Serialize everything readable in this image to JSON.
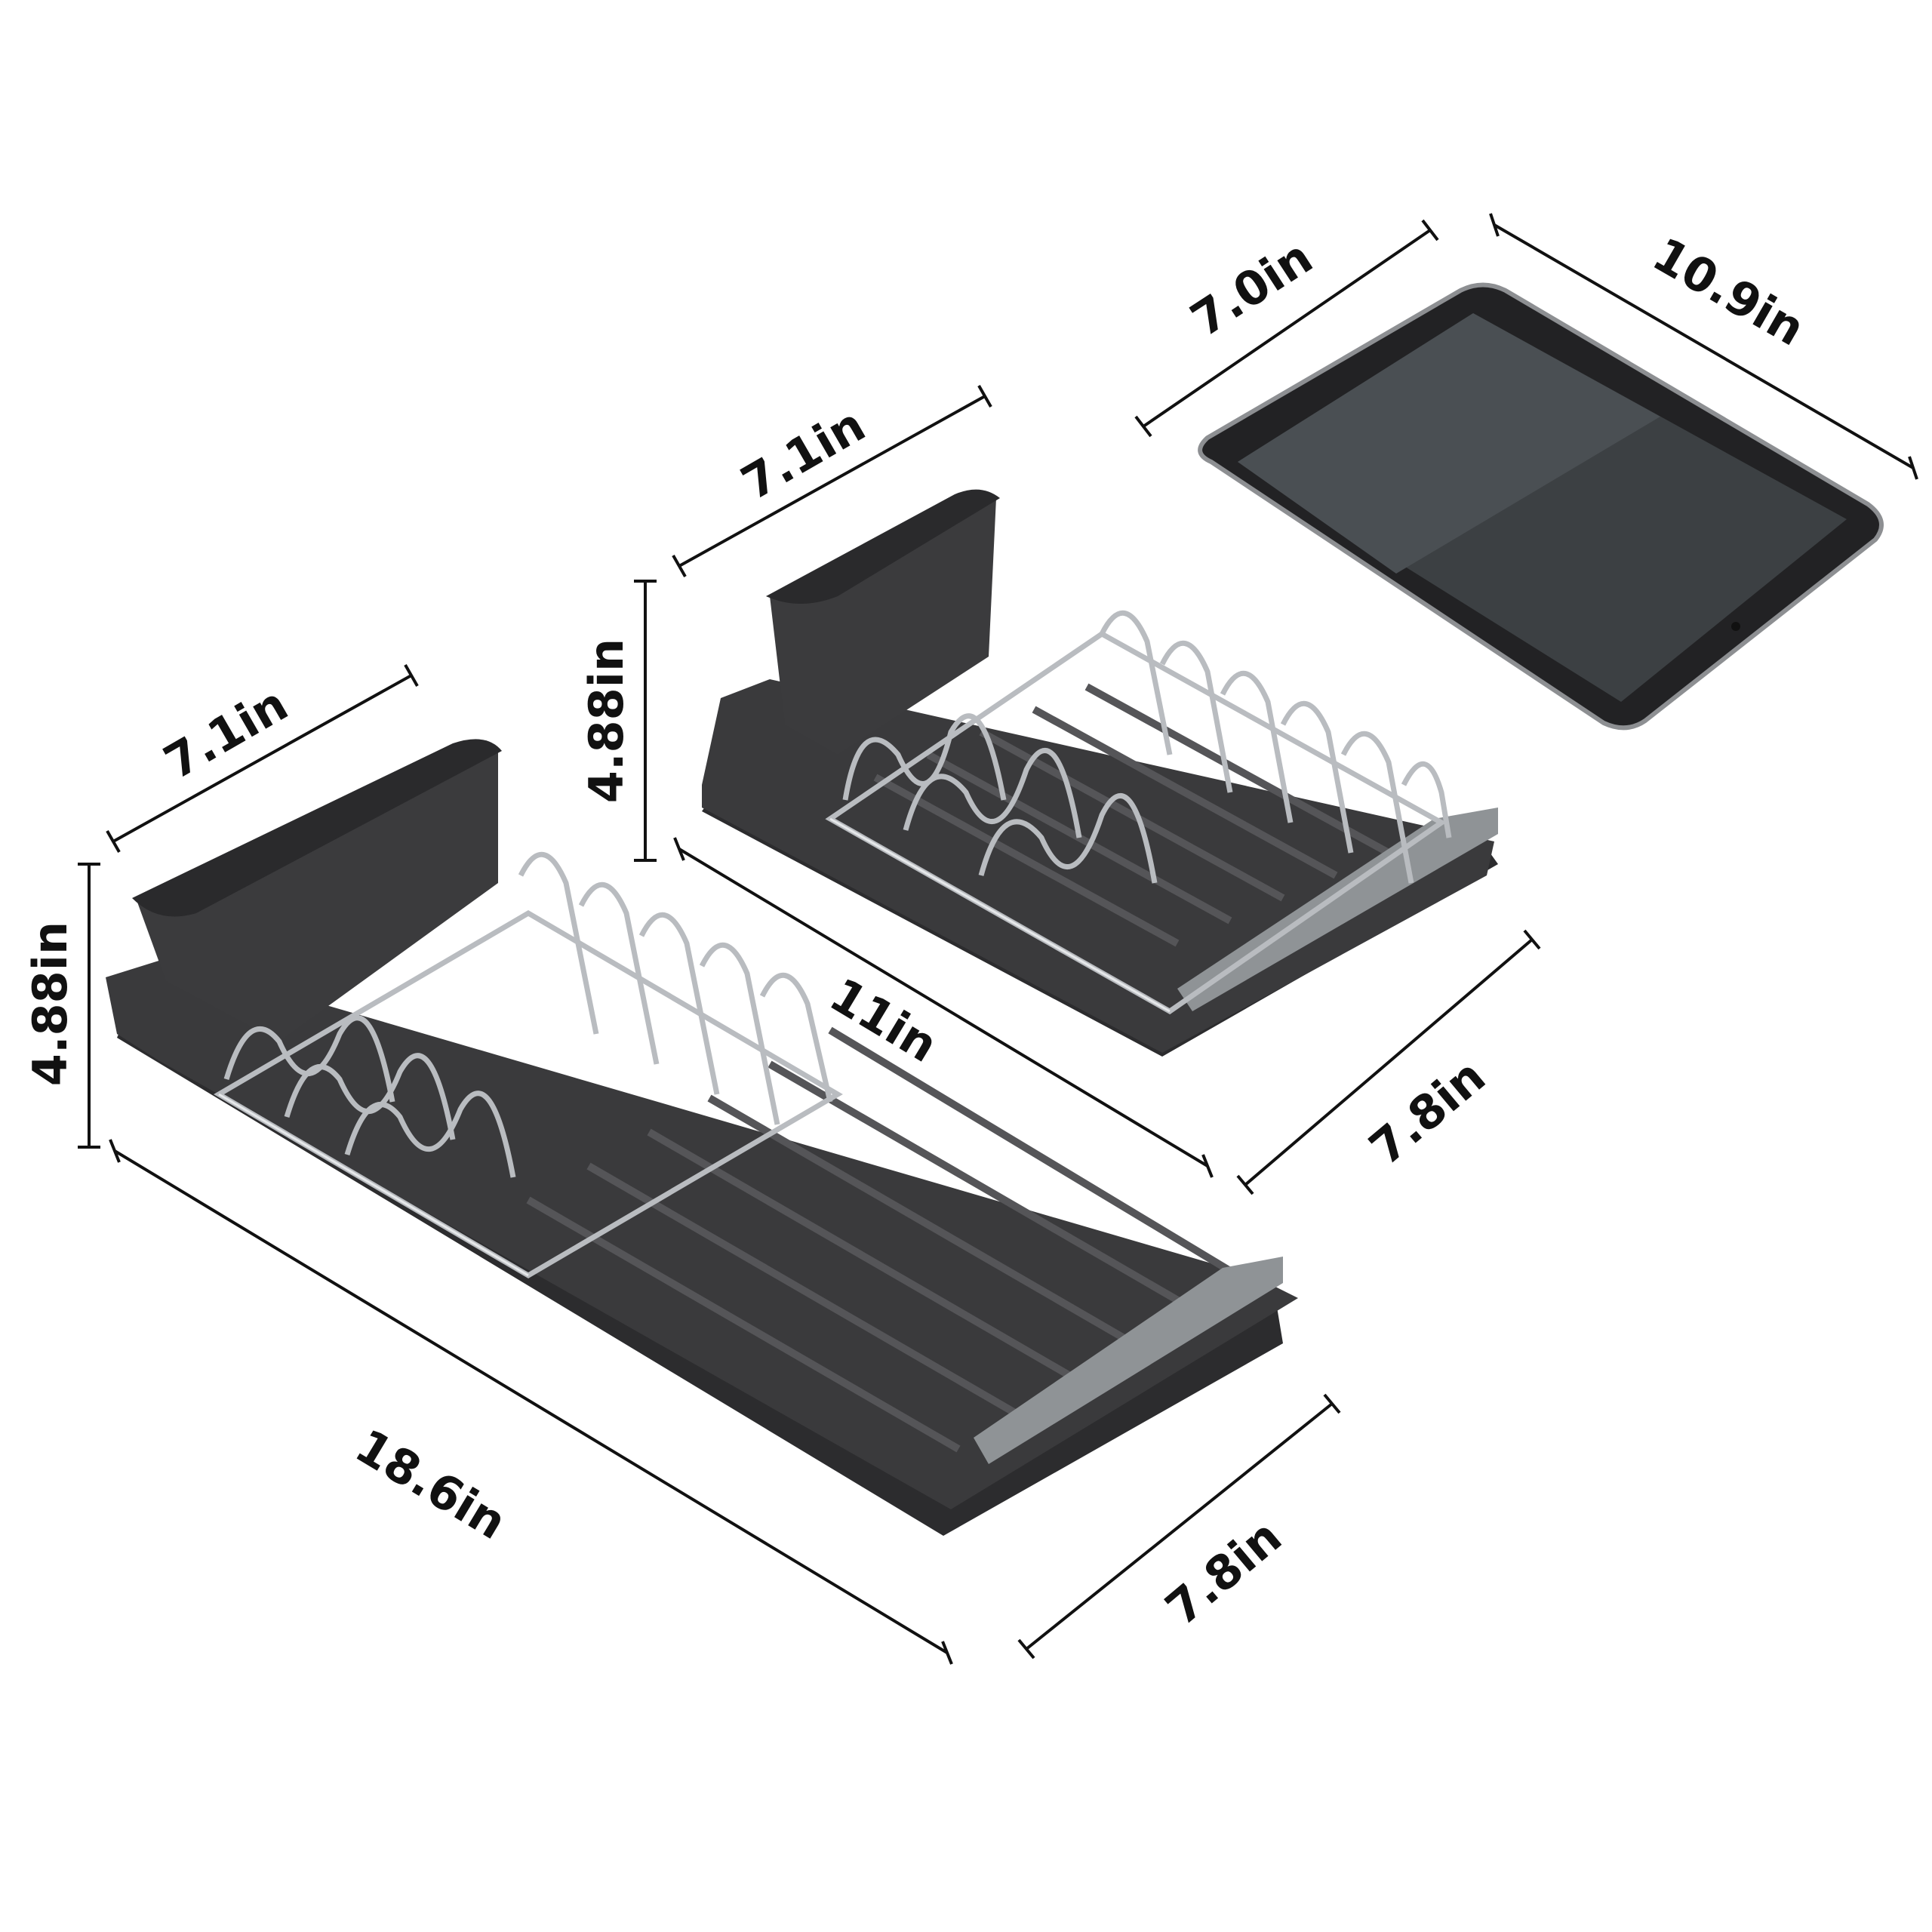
{
  "colors": {
    "background": "#ffffff",
    "rack_body": "#3a3a3c",
    "wire": "#b9bcc0",
    "dimension_text": "#111111"
  },
  "labels": {
    "large_rack": {
      "width": "7.1in",
      "height": "4.88in",
      "length": "18.6in",
      "depth": "7.8in"
    },
    "small_rack": {
      "width": "7.1in",
      "height": "4.88in",
      "length": "11in",
      "depth": "7.8in"
    },
    "tablet": {
      "short_side": "7.0in",
      "long_side": "10.9in"
    }
  }
}
